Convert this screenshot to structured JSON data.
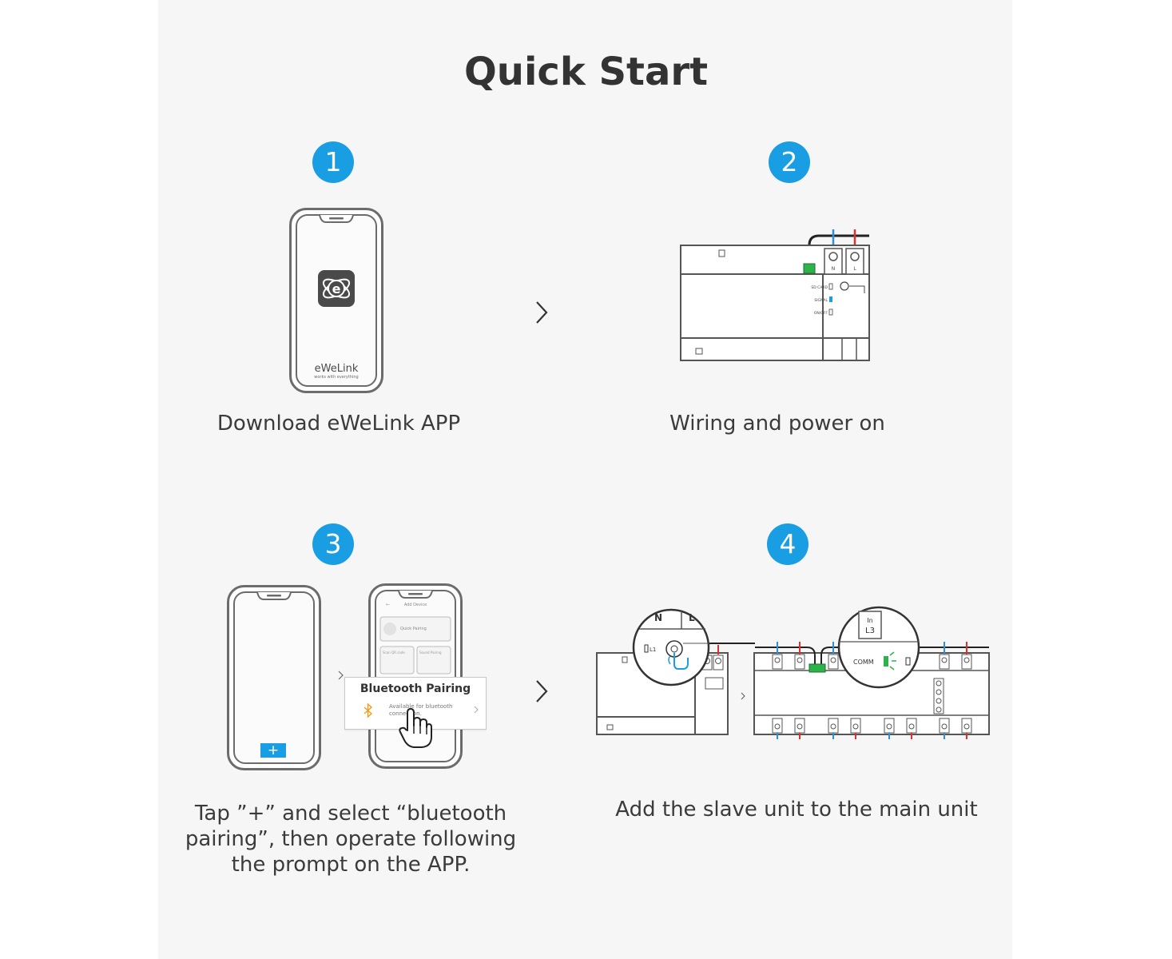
{
  "title": "Quick Start",
  "steps": [
    {
      "number": "1",
      "caption": "Download eWeLink APP",
      "app_name": "eWeLink",
      "app_tagline": "works with everything"
    },
    {
      "number": "2",
      "caption": "Wiring and power on",
      "labels": {
        "n": "N",
        "l": "L",
        "sd_card": "SD CARD",
        "signal": "SIGNAL",
        "onoff": "ON/OFF"
      }
    },
    {
      "number": "3",
      "caption_lines": [
        "Tap ”+” and select “bluetooth",
        "pairing”, then operate following",
        "the prompt on the APP."
      ],
      "phone": {
        "plus": "+",
        "header": "Add Device",
        "quick_pairing": "Quick Pairing",
        "scan_qr": "Scan QR code",
        "sound_pairing": "Sound Pairing"
      },
      "popup": {
        "title": "Bluetooth Pairing",
        "subtitle_1": "Available for bluetooth",
        "subtitle_2": "connection."
      }
    },
    {
      "number": "4",
      "caption": "Add the slave unit to the main unit",
      "labels": {
        "n": "N",
        "l": "L",
        "l1": "L1",
        "in": "In",
        "l3": "L3",
        "comm": "COMM"
      }
    }
  ],
  "colors": {
    "accent": "#1a9ee3",
    "wire_blue": "#2f8fd8",
    "wire_red": "#e0302e",
    "led_green": "#2db34a",
    "bt_orange": "#f29c1f"
  }
}
